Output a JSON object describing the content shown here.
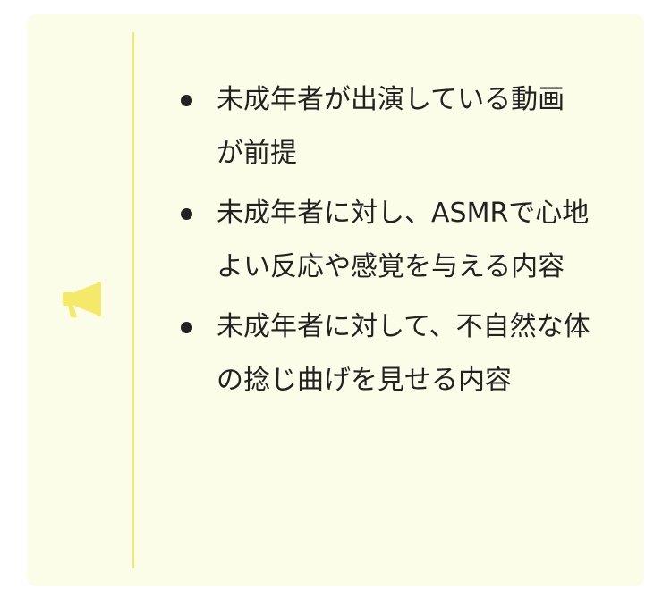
{
  "callout": {
    "icon": "megaphone-icon",
    "accent_color": "#f5e96a",
    "background_color": "#fcfde9",
    "items": [
      {
        "text": "未成年者が出演している動画が前提"
      },
      {
        "text": "未成年者に対し、ASMRで心地よい反応や感覚を与える内容"
      },
      {
        "text": "未成年者に対して、不自然な体の捻じ曲げを見せる内容"
      }
    ]
  }
}
